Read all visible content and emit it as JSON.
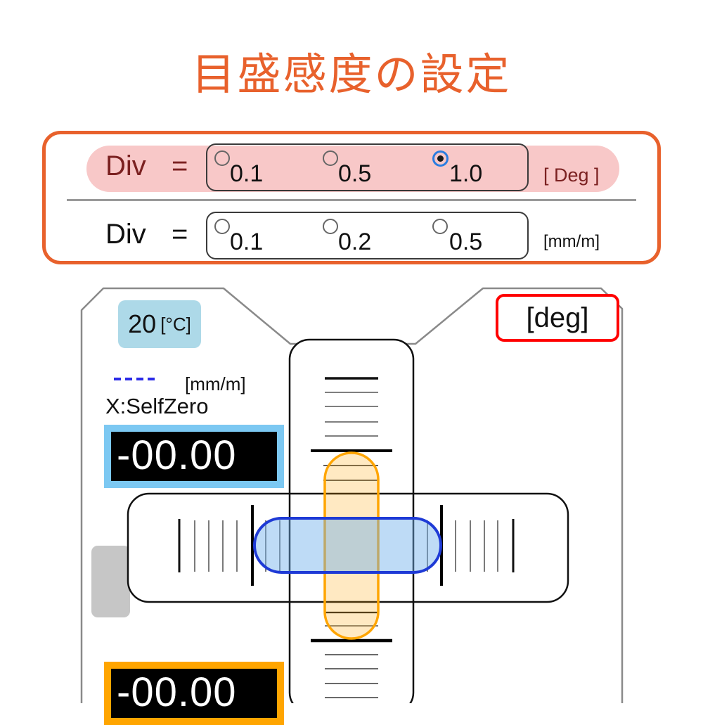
{
  "title": "目盛感度の設定",
  "settings": {
    "deg_row": {
      "label": "Div",
      "equals": "=",
      "options": [
        "0.1",
        "0.5",
        "1.0"
      ],
      "selected_index": 2,
      "unit": "[ Deg ]"
    },
    "mm_row": {
      "label": "Div",
      "equals": "=",
      "options": [
        "0.1",
        "0.2",
        "0.5"
      ],
      "selected_index": -1,
      "unit": "[mm/m]"
    }
  },
  "device": {
    "temperature": {
      "value": "20",
      "unit": "[°C]"
    },
    "unit_mode": "[deg]",
    "legend": {
      "dash_unit": "[mm/m]",
      "axis_label": "X:SelfZero"
    },
    "x_display": "-00.00",
    "y_display": "-00.00"
  },
  "colors": {
    "accent_orange": "#E8612C",
    "pill_pink": "#F8C8C8",
    "maroon_text": "#7B2121",
    "radio_selected_blue": "#2B7DE0",
    "temp_badge_blue": "#ADD9E8",
    "deg_box_red": "#FF0000",
    "legend_dash_blue": "#2B2BE8",
    "x_display_border": "#7CC8F2",
    "y_display_border": "#FFA500",
    "bubble_blue_border": "#1E3AD6",
    "bubble_orange_border": "#FFA500",
    "device_outline_gray": "#8A8A8A"
  }
}
